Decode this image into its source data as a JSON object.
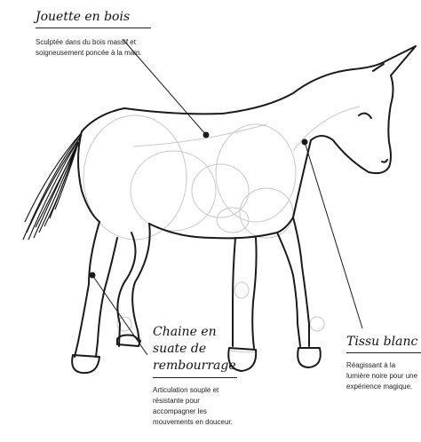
{
  "callouts": [
    {
      "title": "Jouette en bois",
      "description": "Sculptée dans du bois massif et soigneusement poncée à la main."
    },
    {
      "title": "Chaine en suate de rembourrage",
      "description": "Articulation souple et résistante pour accompagner les mouvements en douceur."
    },
    {
      "title": "Tissu blanc",
      "description": "Réagissant à la lumière noire pour une expérience magique."
    }
  ]
}
